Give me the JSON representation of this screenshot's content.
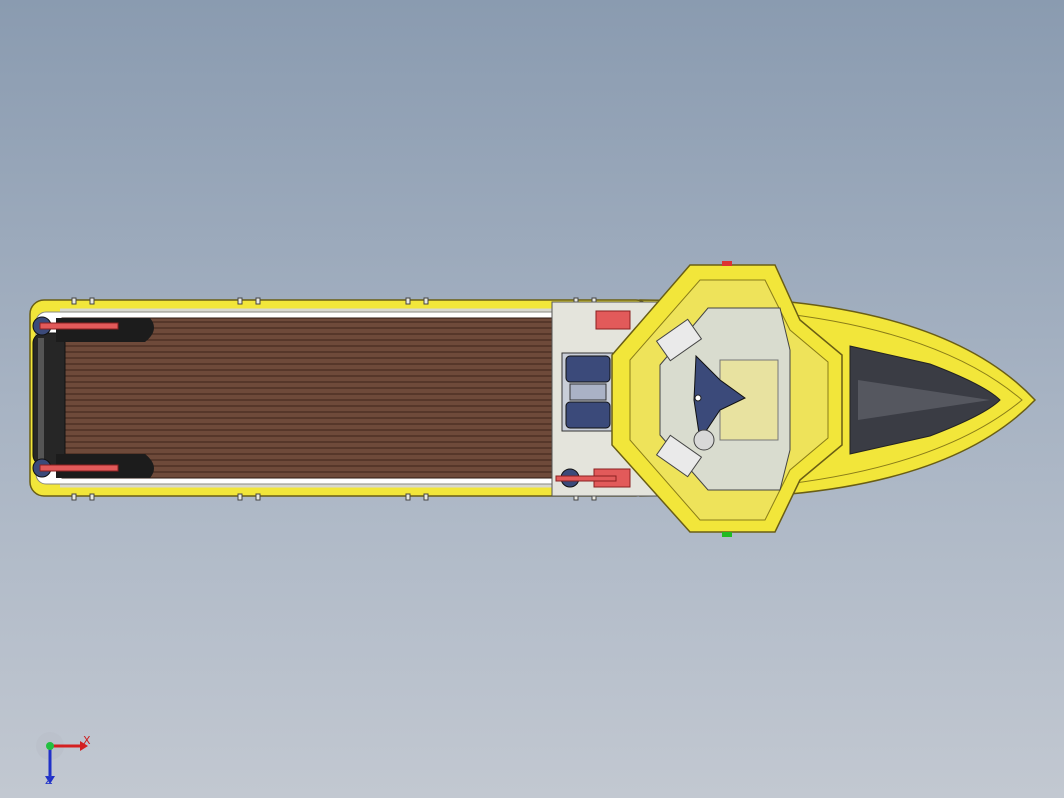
{
  "viewport": {
    "background_top": "#8a9bb0",
    "background_bottom": "#c2c8d1"
  },
  "model": {
    "subject": "boat",
    "colors": {
      "hull_yellow": "#f2e63a",
      "hull_outline": "#6a5e14",
      "deck_wood": "#6e4a3a",
      "deck_plank_line": "#3d2419",
      "cabin_floor": "#d9dccf",
      "bow_dark": "#3a3c44",
      "winch_blue": "#3b4a7a",
      "cleat_red": "#e25a5a",
      "rail_white": "#f4f4ee"
    }
  },
  "triad": {
    "x_label": "X",
    "z_label": "Z",
    "x_color": "#d42020",
    "y_color": "#22c040",
    "z_color": "#2030c8"
  }
}
